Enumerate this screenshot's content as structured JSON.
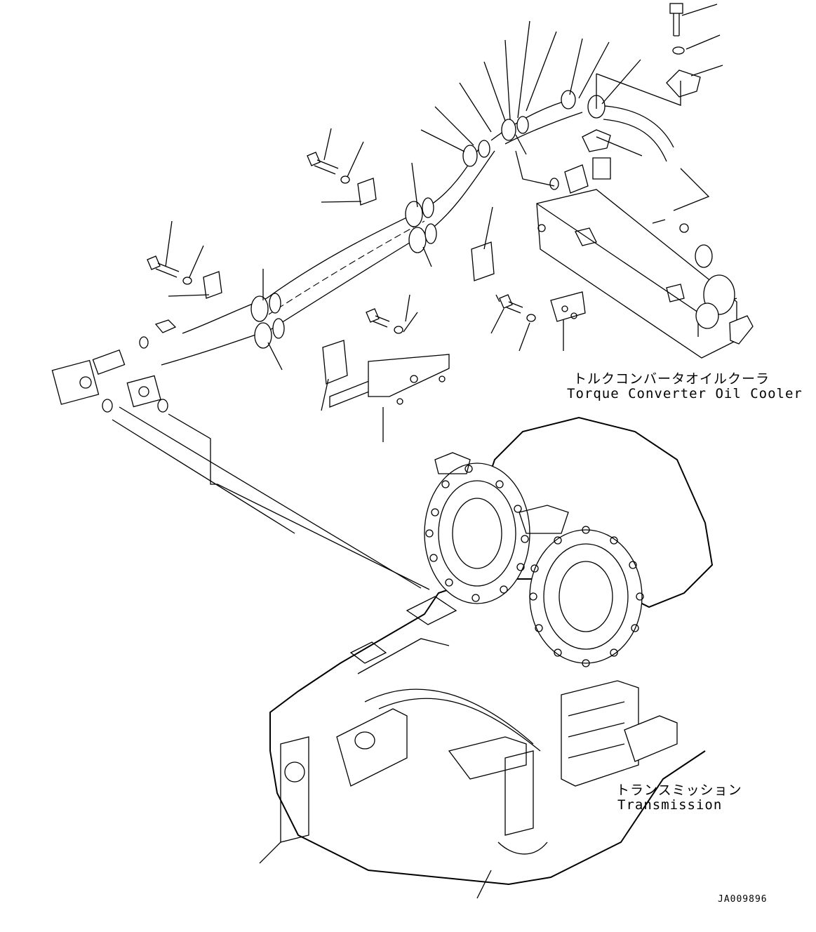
{
  "labels": {
    "cooler_jp": "トルクコンバータオイルクーラ",
    "cooler_en": "Torque Converter Oil Cooler",
    "transmission_jp": "トランスミッション",
    "transmission_en": "Transmission",
    "drawing_code": "JA009896"
  }
}
